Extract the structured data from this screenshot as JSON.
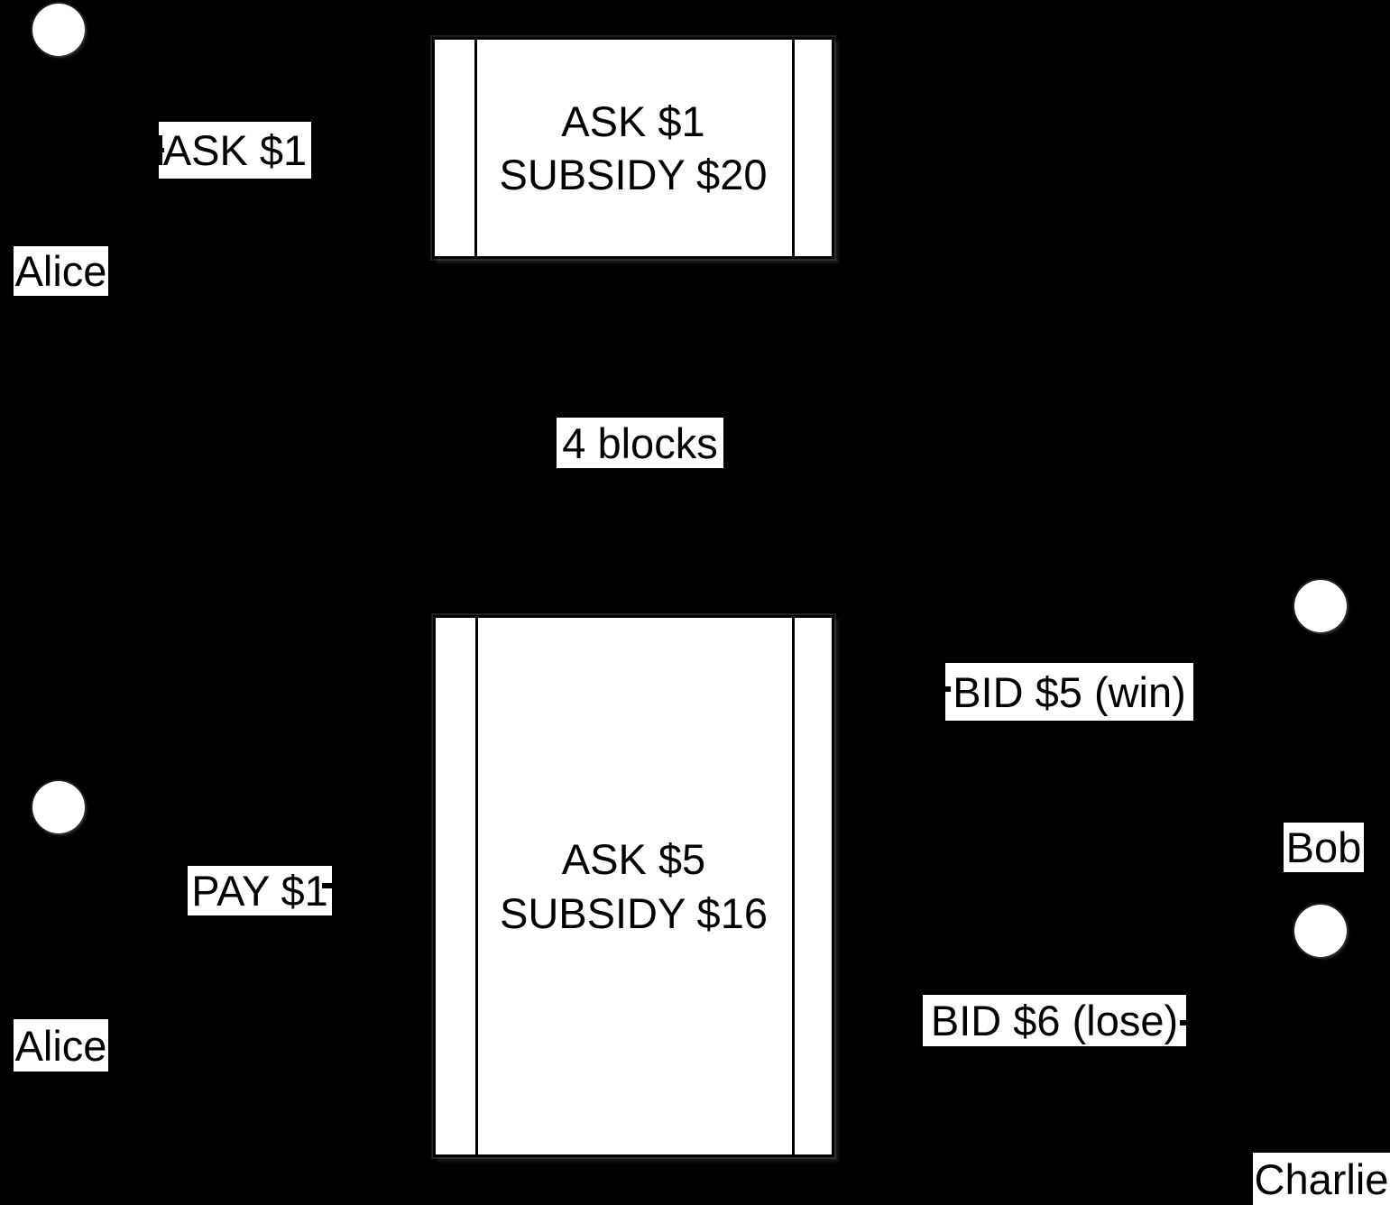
{
  "colors": {
    "background": "#000000",
    "node_fill": "#ffffff",
    "ink": "#000000"
  },
  "top_flow": {
    "actor_label": "Alice",
    "edge_label": "ASK $1",
    "node_line1": "ASK $1",
    "node_line2": "SUBSIDY $20"
  },
  "connector_label": "4 blocks",
  "bottom_flow": {
    "actor_label": "Alice",
    "edge_label": "PAY $1",
    "node_line1": "ASK $5",
    "node_line2": "SUBSIDY $16",
    "bid_win": {
      "actor_label": "Bob",
      "edge_label": "BID $5 (win)"
    },
    "bid_lose": {
      "actor_label": "Charlie",
      "edge_label": "BID $6 (lose)"
    }
  }
}
